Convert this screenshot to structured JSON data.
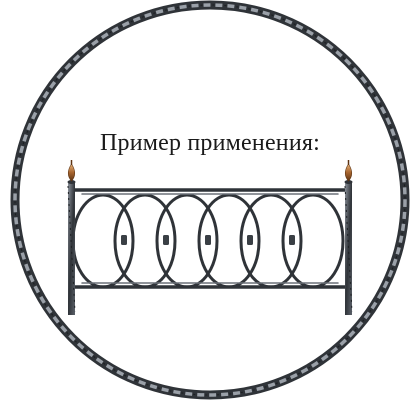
{
  "caption": "Пример применения:",
  "colors": {
    "background": "#ffffff",
    "iron_dark": "#2f3338",
    "iron_light": "#8a9099",
    "caption_text": "#1a1a1a",
    "finial_bronze": "#a8652f"
  },
  "illustration": {
    "frame": "twisted-rope-circle",
    "subject": "wrought-iron-fence-section",
    "ring_count": 6,
    "finial_count": 2
  }
}
